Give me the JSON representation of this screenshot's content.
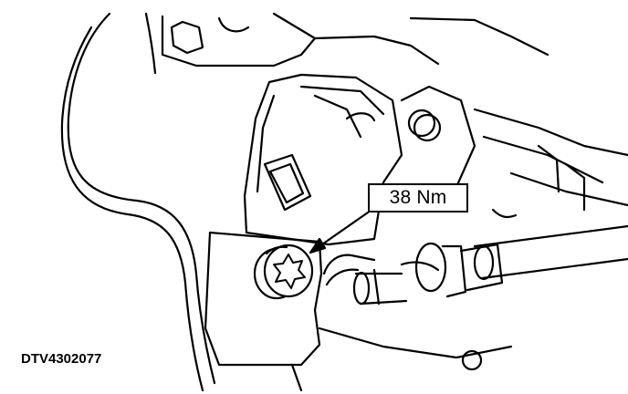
{
  "callout": {
    "torque": "38 Nm"
  },
  "figure": {
    "id": "DTV4302077"
  },
  "colors": {
    "line": "#000000",
    "background": "#ffffff"
  },
  "components": [
    "housing",
    "mounting-bracket",
    "torx-bolt",
    "pivot-pin",
    "cable-rod",
    "callout-arrow"
  ]
}
